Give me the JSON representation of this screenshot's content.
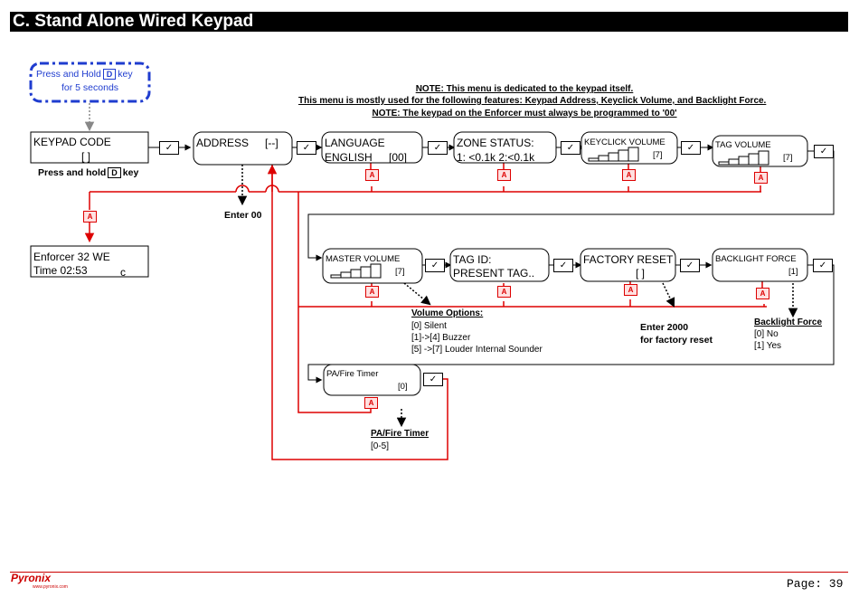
{
  "header": {
    "title": "C. Stand Alone Wired Keypad"
  },
  "notes": [
    "NOTE: This menu is dedicated to the keypad itself.",
    "This menu is mostly used for the following features: Keypad Address, Keyclick Volume, and Backlight Force.",
    "NOTE: The keypad on the Enforcer must always be programmed to '00'"
  ],
  "start": {
    "line1_a": "Press and Hold",
    "key": "D",
    "line1_b": "key",
    "line2": "for 5 seconds"
  },
  "keypad_code": {
    "title": "KEYPAD CODE",
    "field": "[          ]",
    "hint_a": "Press and hold",
    "hint_key": "D",
    "hint_b": "key"
  },
  "enforcer": {
    "line1": "Enforcer 32 WE",
    "line2": "Time 02:53",
    "line2_c": "c"
  },
  "menu": {
    "address": {
      "title": "ADDRESS",
      "value": "[--]"
    },
    "language": {
      "title": "LANGUAGE",
      "value_label": "ENGLISH",
      "value": "[00]"
    },
    "zone_status": {
      "title": "ZONE STATUS:",
      "value": "1: <0.1k 2:<0.1k"
    },
    "keyclick_volume": {
      "title": "KEYCLICK VOLUME",
      "value": "[7]"
    },
    "tag_volume": {
      "title": "TAG VOLUME",
      "value": "[7]"
    },
    "master_volume": {
      "title": "MASTER VOLUME",
      "value": "[7]"
    },
    "tag_id": {
      "title": "TAG ID:",
      "value": "PRESENT TAG.."
    },
    "factory_reset": {
      "title": "FACTORY RESET",
      "value": "[      ]"
    },
    "backlight_force": {
      "title": "BACKLIGHT FORCE",
      "value": "[1]"
    },
    "pa_fire_timer": {
      "title": "PA/Fire Timer",
      "value": "[0]"
    }
  },
  "buttons": {
    "tick": "✓",
    "a": "A"
  },
  "annotations": {
    "enter_00": "Enter 00",
    "volume_options_title": "Volume Options:",
    "volume_options": [
      "[0] Silent",
      "[1]->[4] Buzzer",
      "[5] ->[7] Louder Internal Sounder"
    ],
    "enter_2000_a": "Enter 2000",
    "enter_2000_b": "for factory reset",
    "backlight_title": "Backlight Force",
    "backlight_options": [
      "[0] No",
      "[1] Yes"
    ],
    "pa_fire_title": "PA/Fire Timer",
    "pa_fire_options": [
      "[0-5]"
    ]
  },
  "footer": {
    "page": "Page: 39",
    "logo": "Pyronix",
    "logo_sub": "www.pyronix.com"
  },
  "colors": {
    "flow_line": "#dd0000",
    "start_border": "#1f3ccf",
    "header_bg": "#000000"
  }
}
